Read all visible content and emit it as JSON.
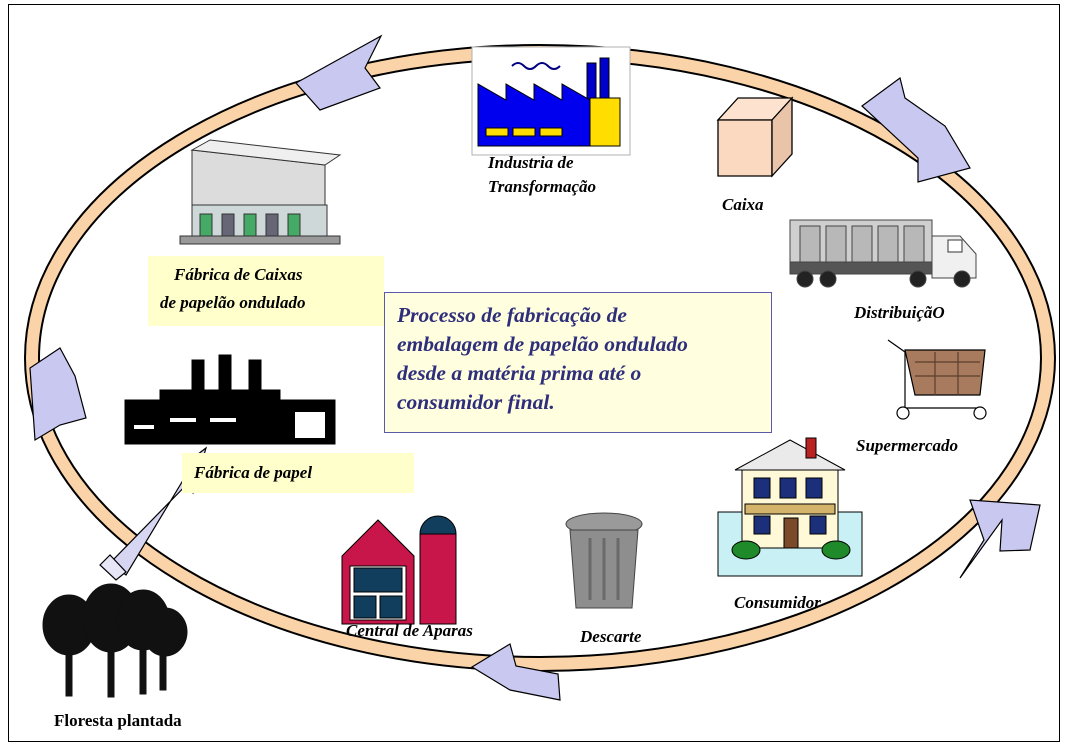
{
  "labels": {
    "industria_line1": "Industria de",
    "industria_line2": "Transformação",
    "caixa": "Caixa",
    "distribuicao": "DistribuiçãO",
    "supermercado": "Supermercado",
    "consumidor": "Consumidor",
    "descarte": "Descarte",
    "central_aparas": "Central de Aparas",
    "floresta": "Floresta  plantada",
    "fabrica_papel": "Fábrica de papel",
    "fabrica_caixas_line1": "Fábrica de Caixas",
    "fabrica_caixas_line2": "de papelão ondulado",
    "center_line1": "Processo de fabricação  de",
    "center_line2": "embalagem de papelão ondulado",
    "center_line3": "desde a matéria prima  até o",
    "center_line4": "consumidor final."
  },
  "icons": [
    "factory-icon",
    "box-icon",
    "truck-icon",
    "shopping-cart-icon",
    "house-icon",
    "trash-can-icon",
    "barn-icon",
    "trees-icon",
    "paper-mill-icon",
    "box-factory-icon"
  ],
  "colors": {
    "ring": "#fbd3a8",
    "arrow": "#c8c8f0",
    "label_box": "#ffffcc",
    "center_text": "#2e2e7a"
  }
}
